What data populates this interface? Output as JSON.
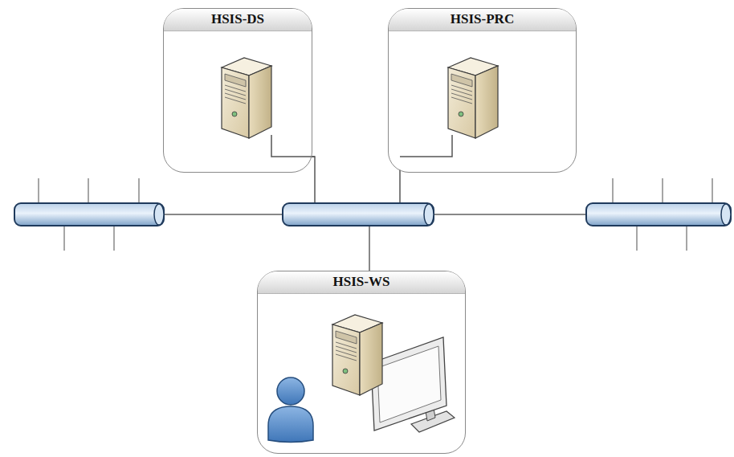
{
  "diagram": {
    "nodes": [
      {
        "text": [
          "HSIS-DS"
        ]
      },
      {
        "text": [
          "HSIS-PRC"
        ]
      },
      {
        "text": [
          "HSIS-WS"
        ]
      }
    ]
  }
}
